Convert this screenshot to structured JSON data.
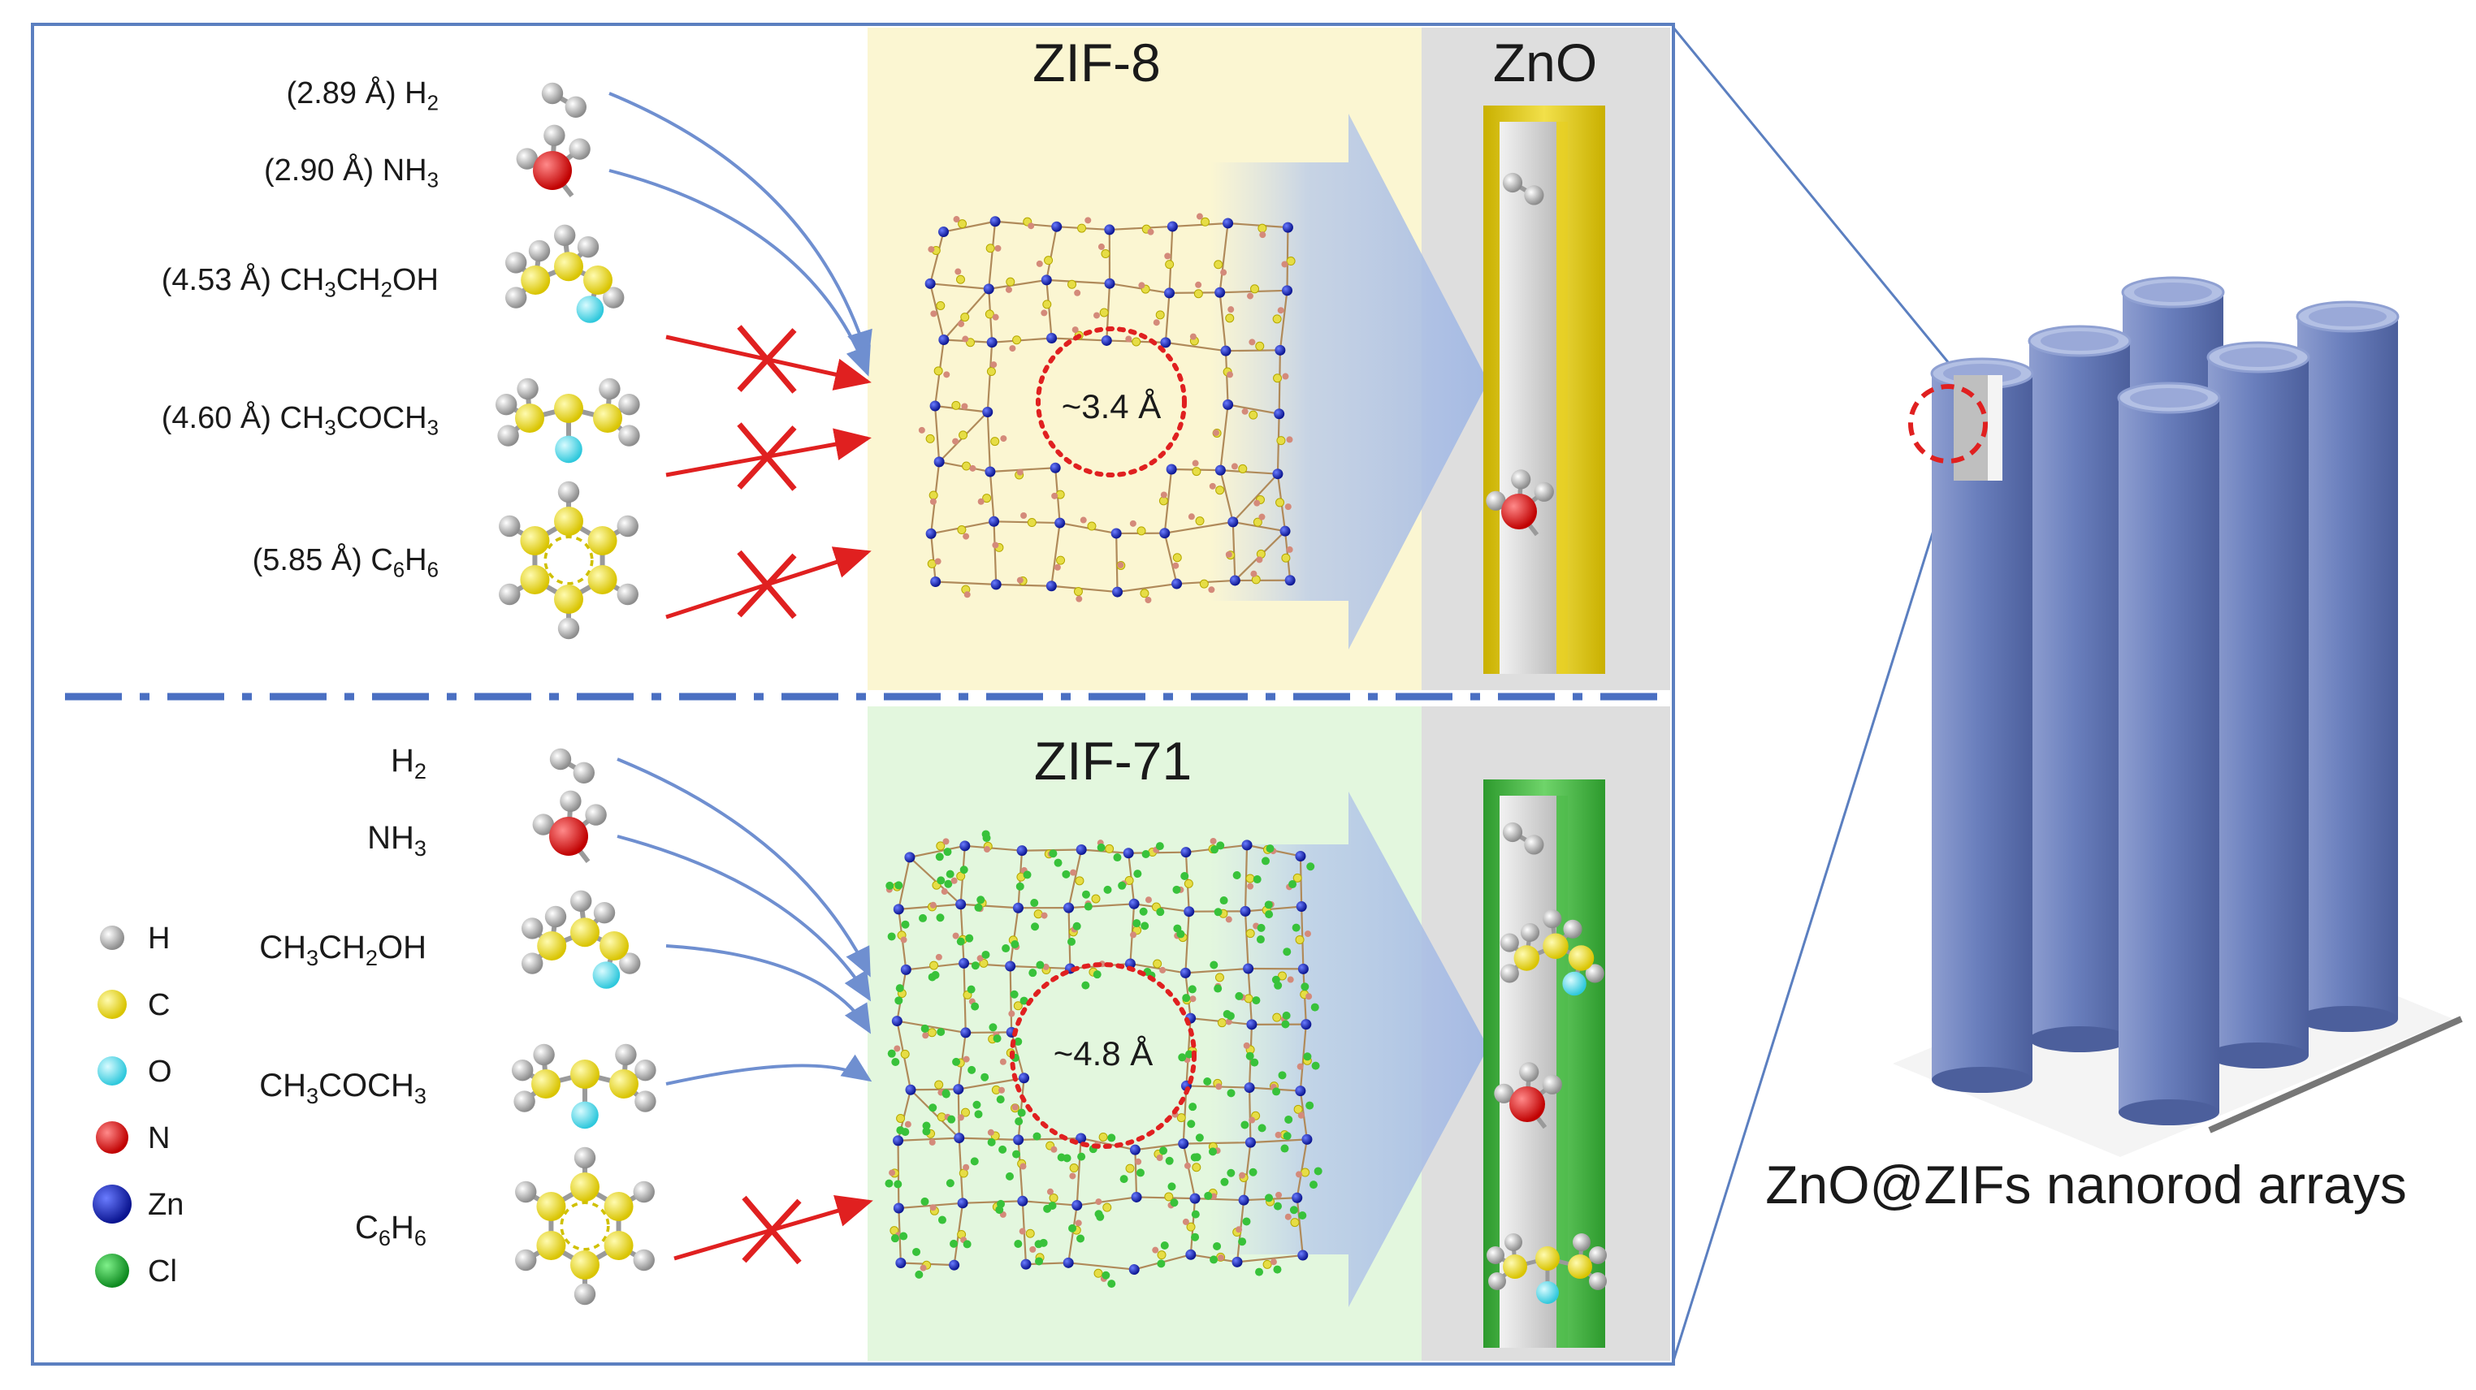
{
  "top_panel": {
    "framework": "ZIF-8",
    "shell": "ZnO",
    "pore": "~3.4 Å",
    "molecules": [
      {
        "key": "h2",
        "size": "(2.89 Å)",
        "base": "H",
        "sub": "2",
        "tail": "",
        "passes": true
      },
      {
        "key": "nh3",
        "size": "(2.90 Å)",
        "base": "NH",
        "sub": "3",
        "tail": "",
        "passes": true
      },
      {
        "key": "ethanol",
        "size": "(4.53 Å)",
        "base": "CH",
        "sub": "3",
        "tail": "CH",
        "sub2": "2",
        "tail2": "OH",
        "passes": false
      },
      {
        "key": "acetone",
        "size": "(4.60 Å)",
        "base": "CH",
        "sub": "3",
        "tail": "COCH",
        "sub2": "3",
        "tail2": "",
        "passes": false
      },
      {
        "key": "benzene",
        "size": "(5.85 Å)",
        "base": "C",
        "sub": "6",
        "tail": "H",
        "sub2": "6",
        "tail2": "",
        "passes": false
      }
    ]
  },
  "bottom_panel": {
    "framework": "ZIF-71",
    "pore": "~4.8 Å",
    "molecules": [
      {
        "key": "h2",
        "base": "H",
        "sub": "2",
        "tail": "",
        "passes": true
      },
      {
        "key": "nh3",
        "base": "NH",
        "sub": "3",
        "tail": "",
        "passes": true
      },
      {
        "key": "ethanol",
        "base": "CH",
        "sub": "3",
        "tail": "CH",
        "sub2": "2",
        "tail2": "OH",
        "passes": true
      },
      {
        "key": "acetone",
        "base": "CH",
        "sub": "3",
        "tail": "COCH",
        "sub2": "3",
        "tail2": "",
        "passes": true
      },
      {
        "key": "benzene",
        "base": "C",
        "sub": "6",
        "tail": "H",
        "sub2": "6",
        "tail2": "",
        "passes": false
      }
    ]
  },
  "legend": [
    {
      "symbol": "H",
      "color": "#9e9e9e"
    },
    {
      "symbol": "C",
      "color": "#f2e330"
    },
    {
      "symbol": "O",
      "color": "#5fe0ee"
    },
    {
      "symbol": "N",
      "color": "#e01010"
    },
    {
      "symbol": "Zn",
      "color": "#1020a8"
    },
    {
      "symbol": "Cl",
      "color": "#1a9a2a"
    }
  ],
  "array_caption": "ZnO@ZIFs nanorod arrays",
  "colors": {
    "border": "#5b7fc0",
    "zif8_bg": "#fbf6d2",
    "zif71_bg": "#e3f7de",
    "zno_bg": "#dcdcdc",
    "shell_zif8": "#e7cf1e",
    "shell_zif71": "#4cbb4a",
    "arrow_pass": "#6f8fd0",
    "arrow_block": "#e02020",
    "rod": "#6f83b8"
  }
}
